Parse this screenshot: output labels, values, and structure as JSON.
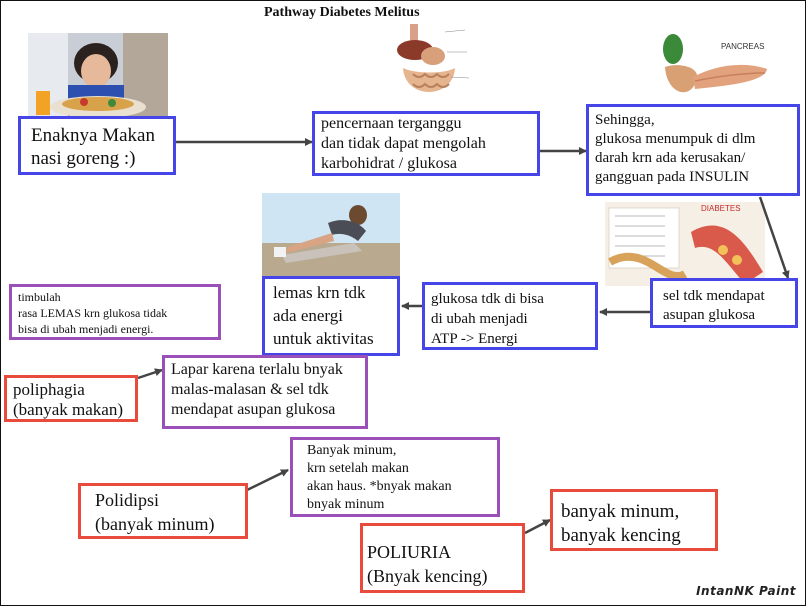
{
  "diagram": {
    "title": "Pathway Diabetes Melitus",
    "nodes": {
      "enaknya": "Enaknya Makan\nnasi goreng :)",
      "pencernaan": "pencernaan terganggu\ndan tidak dapat mengolah\nkarbohidrat / glukosa",
      "sehingga": "Sehingga,\nglukosa menumpuk di dlm\ndarah krn ada kerusakan/\ngangguan pada INSULIN",
      "sel_tdk": "sel tdk mendapat\nasupan glukosa",
      "glukosa_tdk": "glukosa tdk di bisa\ndi ubah menjadi\nATP -> Energi",
      "lemas_krn": "lemas krn tdk\nada energi\nuntuk aktivitas",
      "timbulah": "timbulah\nrasa LEMAS krn glukosa tidak\nbisa di ubah menjadi energi.",
      "lapar": "Lapar karena terlalu bnyak\nmalas-malasan & sel tdk\nmendapat asupan glukosa",
      "poliphagia": "poliphagia\n(banyak makan)",
      "banyak_minum_desc": "Banyak minum,\nkrn setelah makan\nakan haus. *bnyak makan\nbnyak minum",
      "polidipsi": "Polidipsi\n(banyak minum)",
      "poliuria": "POLIURIA\n(Bnyak kencing)",
      "banyak_kencing": "banyak minum,\nbanyak kencing"
    },
    "image_labels": {
      "pancreas": "PANCREAS",
      "diabetes": "DIABETES"
    },
    "signature": "IntanNK Paint",
    "colors": {
      "blue_border": "#4545e8",
      "purple_border": "#9b4fb8",
      "red_border": "#e84a3c",
      "arrow": "#444444"
    }
  }
}
